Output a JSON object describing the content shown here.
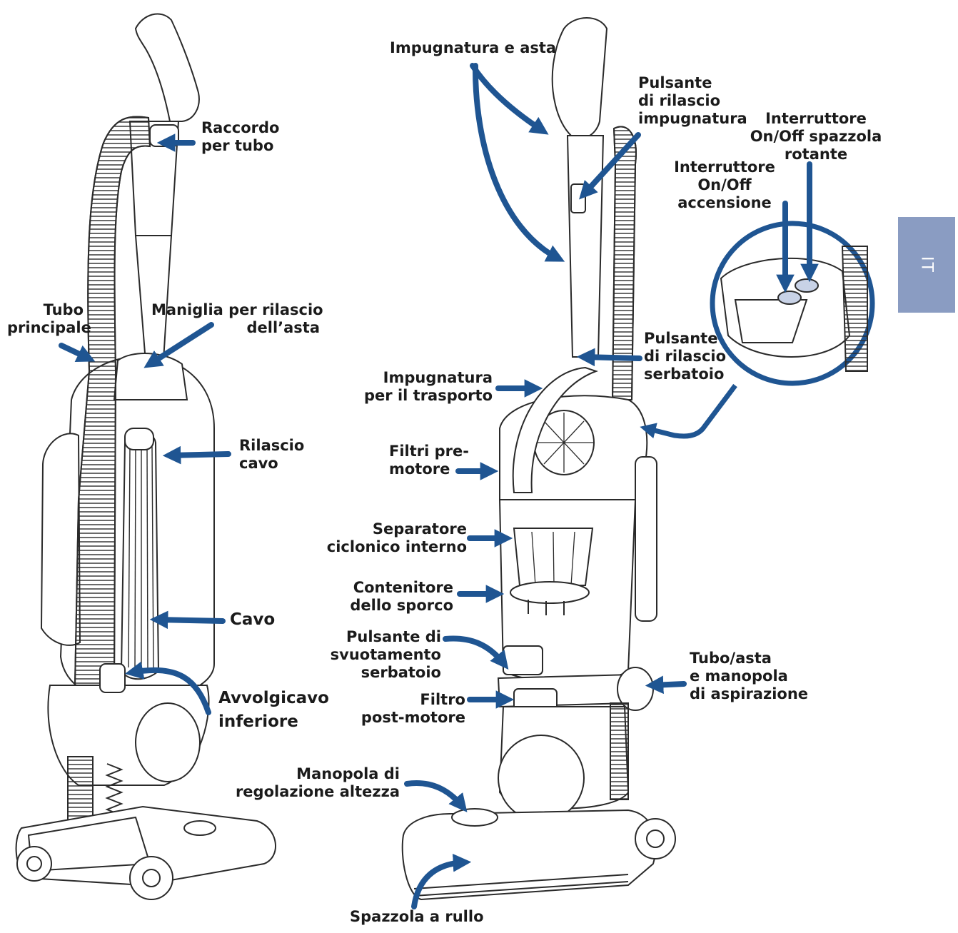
{
  "colors": {
    "arrow": "#1f5592",
    "line": "#2a2a2a",
    "tab": "#8a9cc2"
  },
  "lang_tab": "IT",
  "labels": {
    "hose_fitting": [
      "Raccordo",
      "per tubo"
    ],
    "main_hose": [
      "Tubo",
      "principale"
    ],
    "wand_release": [
      "Maniglia per rilascio",
      "dell’asta"
    ],
    "cord_release": [
      "Rilascio",
      "cavo"
    ],
    "cord": [
      "Cavo"
    ],
    "lower_cord_wrap": [
      "Avvolgicavo",
      "inferiore"
    ],
    "handle_and_wand": [
      "Impugnatura e asta"
    ],
    "handle_release": [
      "Pulsante",
      "di rilascio",
      "impugnatura"
    ],
    "brushroll_switch": [
      "Interruttore",
      "On/Off spazzola",
      "rotante"
    ],
    "power_switch": [
      "Interruttore",
      "On/Off",
      "accensione"
    ],
    "tank_release": [
      "Pulsante",
      "di rilascio",
      "serbatoio"
    ],
    "carry_handle": [
      "Impugnatura",
      "per il trasporto"
    ],
    "pre_motor_filters": [
      "Filtri pre-",
      "motore"
    ],
    "cyclone_separator": [
      "Separatore",
      "ciclonico interno"
    ],
    "dirt_container": [
      "Contenitore",
      "dello sporco"
    ],
    "empty_button": [
      "Pulsante di",
      "svuotamento",
      "serbatoio"
    ],
    "post_motor_filter": [
      "Filtro",
      "post-motore"
    ],
    "suction_control": [
      "Tubo/asta",
      "e manopola",
      "di aspirazione"
    ],
    "height_knob": [
      "Manopola di",
      "regolazione altezza"
    ],
    "brush_roll": [
      "Spazzola a rullo"
    ]
  }
}
